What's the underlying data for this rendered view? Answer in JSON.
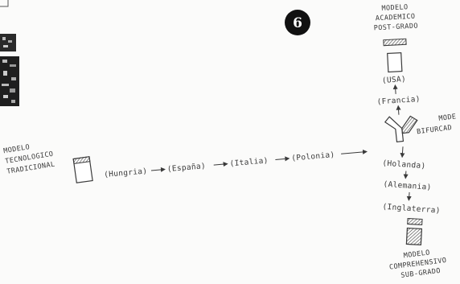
{
  "figure_number": "6",
  "left_label": [
    "MODELO",
    "TECNOLOGICO",
    "TRADICIONAL"
  ],
  "countries_horizontal": [
    "(Hungria)",
    "(España)",
    "(Italia)",
    "(Polonia)"
  ],
  "top_label": [
    "MODELO",
    "ACADEMICO",
    "POST-GRADO"
  ],
  "countries_up": [
    "(USA)",
    "(Francia)"
  ],
  "right_label": [
    "MODE",
    "BIFURCAD"
  ],
  "countries_down": [
    "(Holanda)",
    "(Alemania)",
    "(Inglaterra)"
  ],
  "bottom_label": [
    "MODELO",
    "COMPREHENSIVO",
    "SUB-GRADO"
  ],
  "colors": {
    "ink": "#3a3a3a",
    "badge": "#111111",
    "paper": "#fbfbfa"
  }
}
